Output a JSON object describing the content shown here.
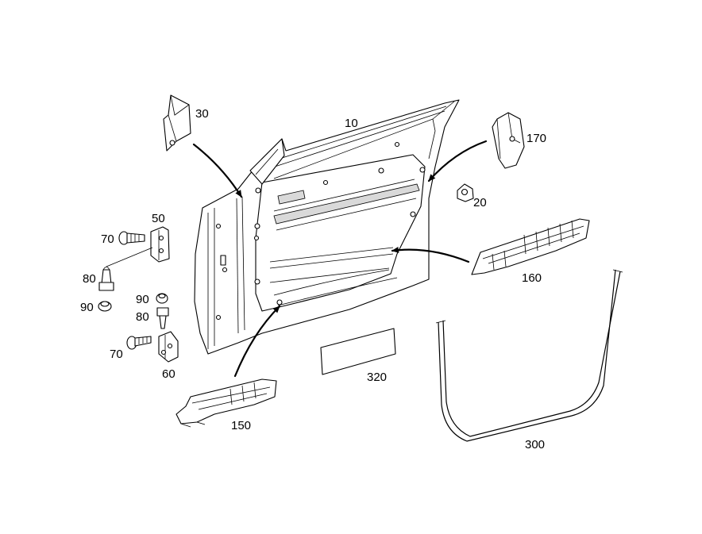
{
  "labels": {
    "p10": "10",
    "p20": "20",
    "p30": "30",
    "p50": "50",
    "p60": "60",
    "p70a": "70",
    "p70b": "70",
    "p80a": "80",
    "p80b": "80",
    "p90a": "90",
    "p90b": "90",
    "p150": "150",
    "p160": "160",
    "p170": "170",
    "p300": "300",
    "p320": "320"
  }
}
